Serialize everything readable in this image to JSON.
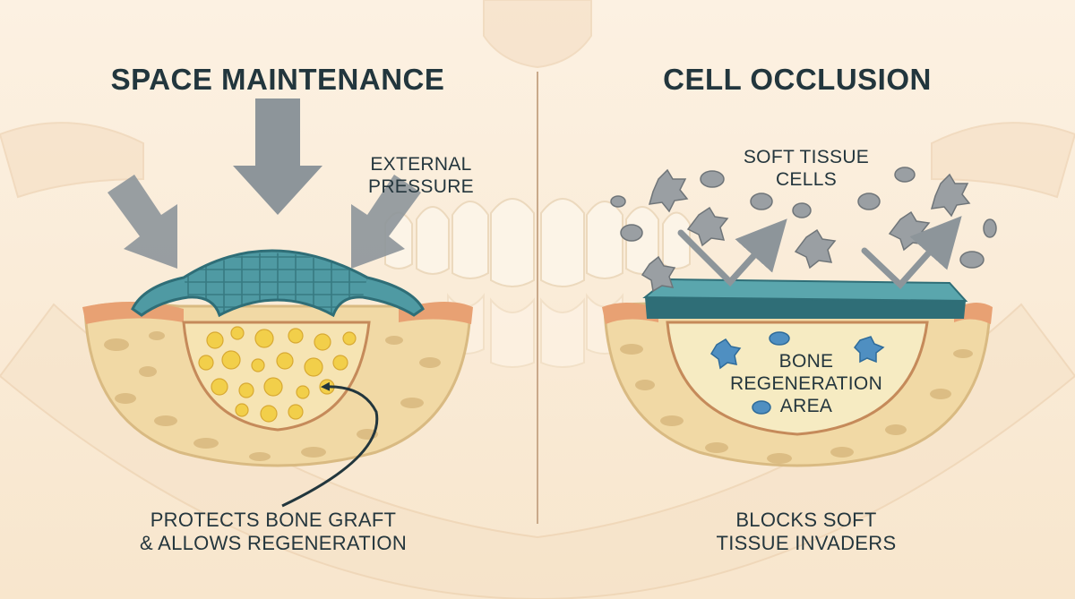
{
  "panels": {
    "left": {
      "title": "SPACE MAINTENANCE",
      "pressure_label_1": "EXTERNAL",
      "pressure_label_2": "PRESSURE",
      "caption_1": "PROTECTS BONE GRAFT",
      "caption_2": "& ALLOWS REGENERATION"
    },
    "right": {
      "title": "CELL OCCLUSION",
      "cells_label_1": "SOFT TISSUE",
      "cells_label_2": "CELLS",
      "area_label_1": "BONE",
      "area_label_2": "REGENERATION",
      "area_label_3": "AREA",
      "caption_1": "BLOCKS SOFT",
      "caption_2": "TISSUE INVADERS"
    }
  },
  "colors": {
    "background": "#fbeedd",
    "bone": "#f1d9a5",
    "bone_pore": "#dcbd84",
    "gum": "#e8a173",
    "membrane": "#4f9aa3",
    "membrane_dark": "#2f6e77",
    "graft": "#f2cf4a",
    "cell_gray": "#8f9498",
    "cell_blue": "#4f8fc1",
    "arrow_gray": "#8d959a"
  }
}
